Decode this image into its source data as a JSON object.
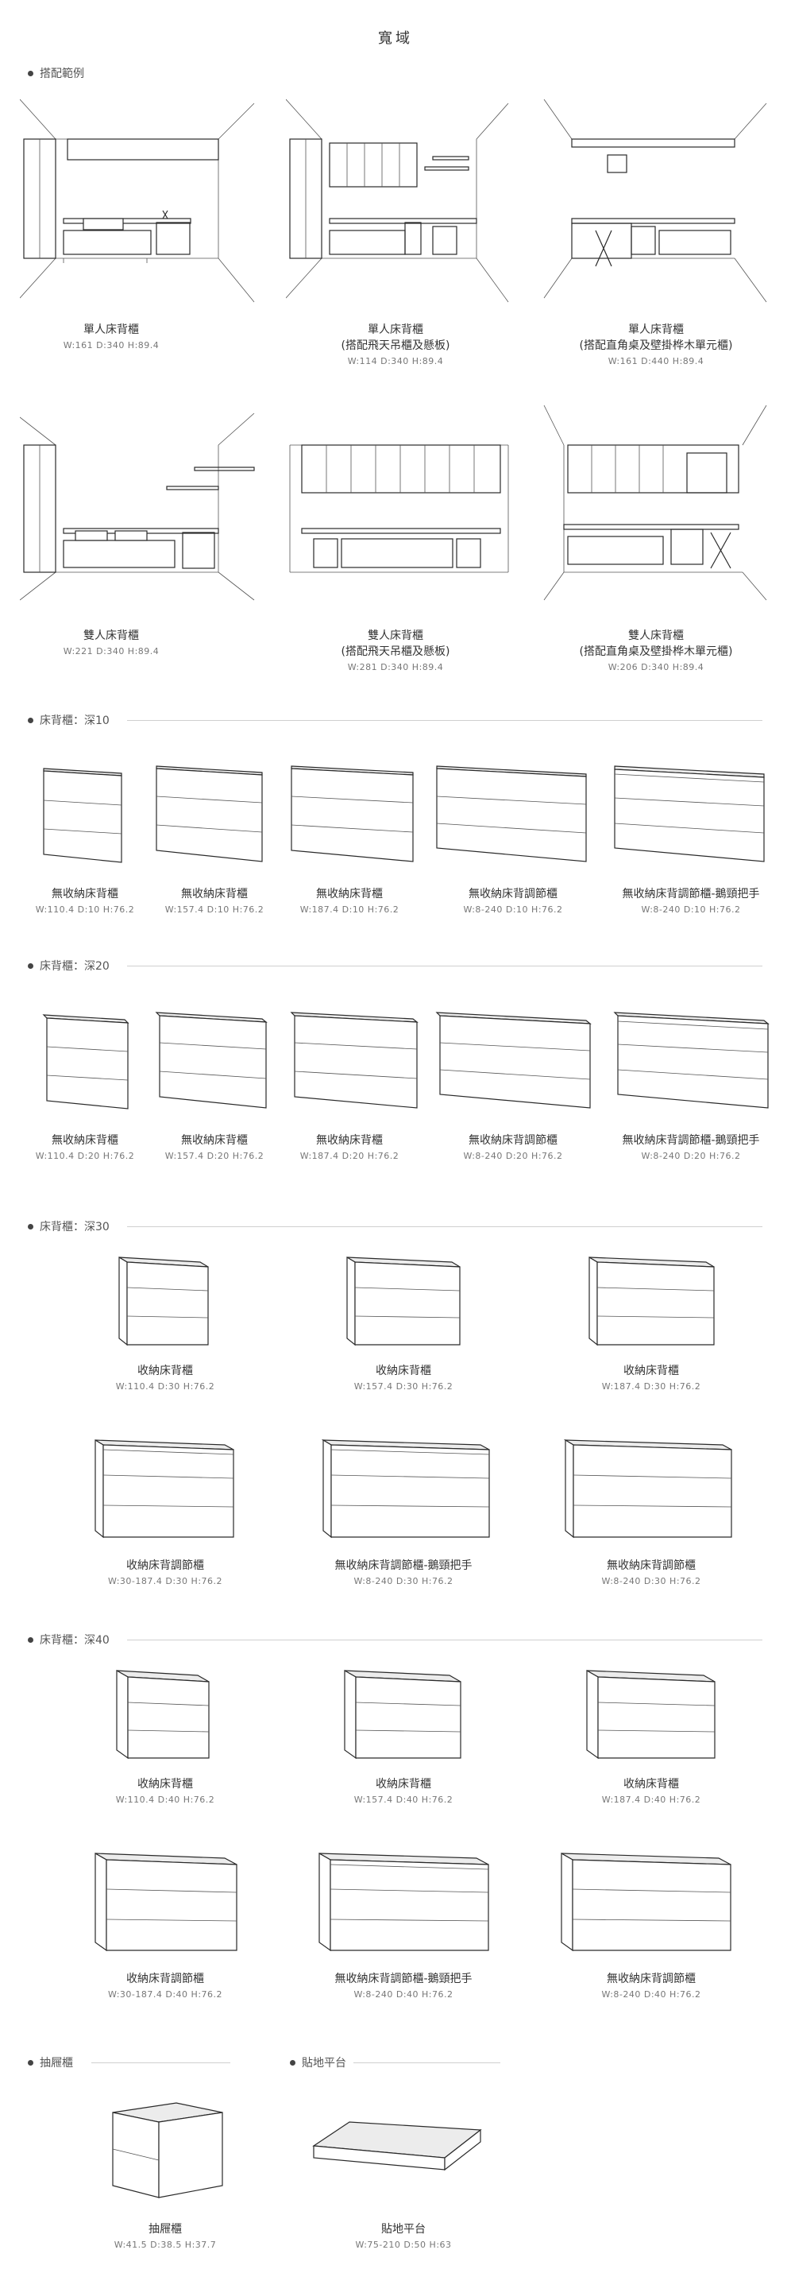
{
  "page_title": "寬域",
  "sections": {
    "examples": "搭配範例",
    "d10": "床背櫃：深10",
    "d20": "床背櫃：深20",
    "d30": "床背櫃：深30",
    "d40": "床背櫃：深40",
    "drawer": "抽屜櫃",
    "platform": "貼地平台"
  },
  "examples": [
    {
      "title": "單人床背櫃",
      "sub": "",
      "dims": "W:161  D:340  H:89.4"
    },
    {
      "title": "單人床背櫃",
      "sub": "(搭配飛天吊櫃及懸板)",
      "dims": "W:114  D:340  H:89.4"
    },
    {
      "title": "單人床背櫃",
      "sub": "(搭配直角桌及壁掛桦木單元櫃)",
      "dims": "W:161  D:440  H:89.4"
    },
    {
      "title": "雙人床背櫃",
      "sub": "",
      "dims": "W:221  D:340  H:89.4"
    },
    {
      "title": "雙人床背櫃",
      "sub": "(搭配飛天吊櫃及懸板)",
      "dims": "W:281  D:340  H:89.4"
    },
    {
      "title": "雙人床背櫃",
      "sub": "(搭配直角桌及壁掛桦木單元櫃)",
      "dims": "W:206  D:340  H:89.4"
    }
  ],
  "d10": [
    {
      "title": "無收納床背櫃",
      "dims": "W:110.4  D:10  H:76.2"
    },
    {
      "title": "無收納床背櫃",
      "dims": "W:157.4  D:10  H:76.2"
    },
    {
      "title": "無收納床背櫃",
      "dims": "W:187.4  D:10  H:76.2"
    },
    {
      "title": "無收納床背調節櫃",
      "dims": "W:8-240  D:10  H:76.2"
    },
    {
      "title": "無收納床背調節櫃-鵝頸把手",
      "dims": "W:8-240  D:10  H:76.2"
    }
  ],
  "d20": [
    {
      "title": "無收納床背櫃",
      "dims": "W:110.4  D:20  H:76.2"
    },
    {
      "title": "無收納床背櫃",
      "dims": "W:157.4  D:20  H:76.2"
    },
    {
      "title": "無收納床背櫃",
      "dims": "W:187.4  D:20  H:76.2"
    },
    {
      "title": "無收納床背調節櫃",
      "dims": "W:8-240  D:20  H:76.2"
    },
    {
      "title": "無收納床背調節櫃-鵝頸把手",
      "dims": "W:8-240  D:20  H:76.2"
    }
  ],
  "d30": [
    {
      "title": "收納床背櫃",
      "dims": "W:110.4  D:30  H:76.2"
    },
    {
      "title": "收納床背櫃",
      "dims": "W:157.4  D:30  H:76.2"
    },
    {
      "title": "收納床背櫃",
      "dims": "W:187.4  D:30  H:76.2"
    },
    {
      "title": "收納床背調節櫃",
      "dims": "W:30-187.4  D:30  H:76.2"
    },
    {
      "title": "無收納床背調節櫃-鵝頸把手",
      "dims": "W:8-240  D:30  H:76.2"
    },
    {
      "title": "無收納床背調節櫃",
      "dims": "W:8-240  D:30  H:76.2"
    }
  ],
  "d40": [
    {
      "title": "收納床背櫃",
      "dims": "W:110.4  D:40  H:76.2"
    },
    {
      "title": "收納床背櫃",
      "dims": "W:157.4  D:40  H:76.2"
    },
    {
      "title": "收納床背櫃",
      "dims": "W:187.4  D:40  H:76.2"
    },
    {
      "title": "收納床背調節櫃",
      "dims": "W:30-187.4  D:40  H:76.2"
    },
    {
      "title": "無收納床背調節櫃-鵝頸把手",
      "dims": "W:8-240  D:40  H:76.2"
    },
    {
      "title": "無收納床背調節櫃",
      "dims": "W:8-240  D:40  H:76.2"
    }
  ],
  "drawer_item": {
    "title": "抽屜櫃",
    "dims": "W:41.5  D:38.5  H:37.7"
  },
  "platform_item": {
    "title": "貼地平台",
    "dims": "W:75-210  D:50  H:63"
  }
}
